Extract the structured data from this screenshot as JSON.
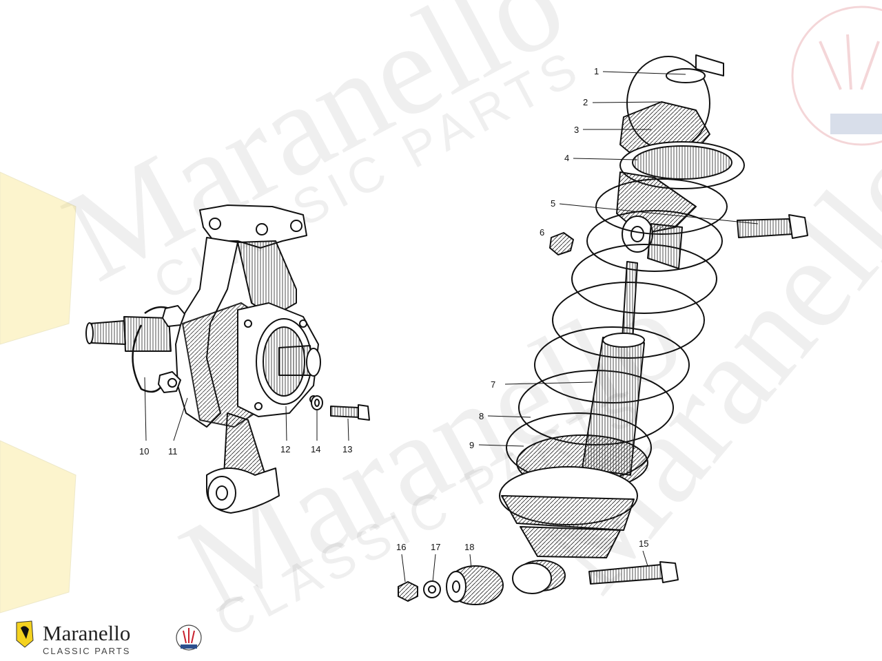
{
  "watermark": {
    "name": "Maranello",
    "sub": "CLASSIC PARTS"
  },
  "brand": {
    "name": "Maranello",
    "sub": "CLASSIC PARTS",
    "logos": [
      "ferrari-horse-shield-icon",
      "maserati-trident-icon"
    ]
  },
  "callouts": [
    "1",
    "2",
    "3",
    "4",
    "5",
    "6",
    "7",
    "8",
    "9",
    "10",
    "11",
    "12",
    "13",
    "14",
    "15",
    "16",
    "17",
    "18"
  ],
  "colors": {
    "line": "#111111",
    "brand_text": "#222222",
    "ferrari_yellow": "#f4d21f",
    "maserati_blue": "#2d4f8e",
    "maserati_red": "#c8202d"
  }
}
